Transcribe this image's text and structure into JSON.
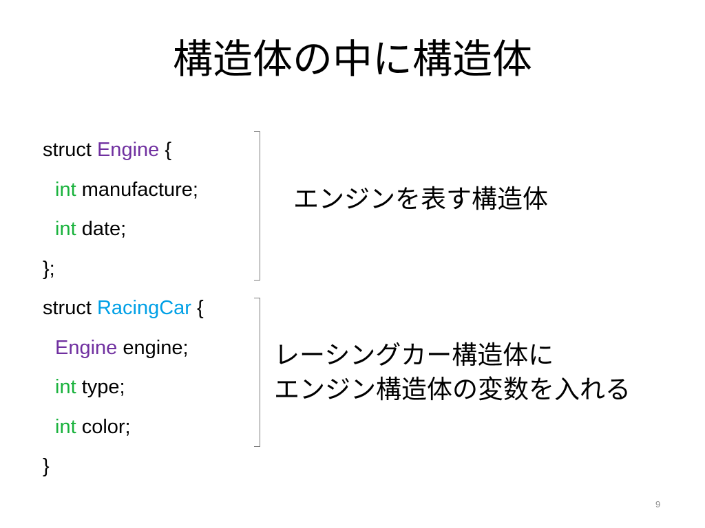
{
  "slide": {
    "title": "構造体の中に構造体",
    "page_number": "9"
  },
  "code": {
    "engine_struct": {
      "line1_keyword": "struct ",
      "line1_name": "Engine",
      "line1_brace": " {",
      "field1_type": "int",
      "field1_rest": " manufacture;",
      "field2_type": "int",
      "field2_rest": " date;",
      "close": "};"
    },
    "racingcar_struct": {
      "line1_keyword": "struct ",
      "line1_name": "RacingCar",
      "line1_brace": " {",
      "field1_type": "Engine",
      "field1_rest": " engine;",
      "field2_type": "int",
      "field2_rest": " type;",
      "field3_type": "int",
      "field3_rest": " color;",
      "close": "}"
    }
  },
  "annotations": {
    "engine_note": "エンジンを表す構造体",
    "racingcar_note_line1": "レーシングカー構造体に",
    "racingcar_note_line2": "エンジン構造体の変数を入れる"
  },
  "colors": {
    "type_keyword": "#19b23c",
    "engine_name": "#7030a0",
    "racingcar_name": "#00a0e6",
    "bracket": "#7a7a7a"
  }
}
